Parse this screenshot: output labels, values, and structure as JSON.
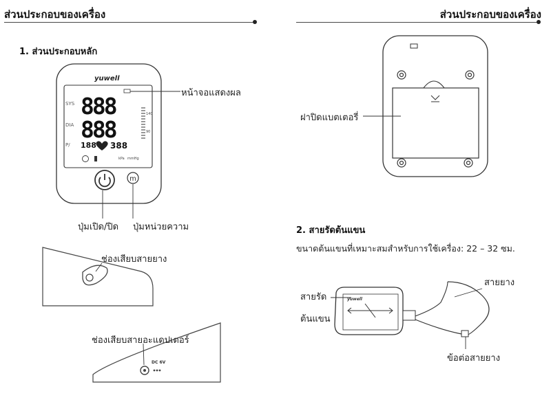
{
  "left": {
    "header": "ส่วนประกอบของเครื่อง",
    "section_title": "1. ส่วนประกอบหลัก",
    "device": {
      "brand": "yuwell",
      "lcd": {
        "sys_label": "SYS",
        "dia_label": "DIA",
        "pulse_label": "P/",
        "unit": "mmHg",
        "sys_digits": "888",
        "dia_digits": "888",
        "pulse_digits": "188",
        "memory_digits": "388",
        "scale_high": "140",
        "scale_low": "90",
        "bottom_unit_kpa": "kPa",
        "bottom_unit_mmhg": "mmHg"
      }
    },
    "labels": {
      "display": "หน้าจอแสดงผล",
      "power_button": "ปุ่มเปิด/ปิด",
      "unit_button": "ปุ่มหน่วยความ",
      "hose_port": "ช่องเสียบสายยาง",
      "adapter_port": "ช่องเสียบสายอะแดปเตอร์",
      "dc_label": "DC 6V"
    }
  },
  "right": {
    "header": "ส่วนประกอบของเครื่อง",
    "battery_label": "ฝาปิดแบตเตอรี่",
    "section_title": "2. สายรัดต้นแขน",
    "cuff_size_text": "ขนาดต้นแขนที่เหมาะสมสำหรับการใช้เครื่อง: 22 – 32 ซม.",
    "labels": {
      "cuff_line1": "สายรัด",
      "cuff_line2": "ต้นแขน",
      "hose": "สายยาง",
      "hose_connector": "ข้อต่อสายยาง",
      "cuff_brand": "yuwell"
    }
  }
}
